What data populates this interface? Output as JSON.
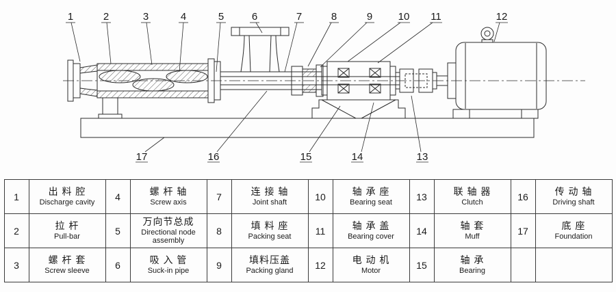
{
  "diagram": {
    "description": "Single screw pump assembly sectional drawing with numbered part callouts",
    "callouts": {
      "top": [
        "1",
        "2",
        "3",
        "4",
        "5",
        "6",
        "7",
        "8",
        "9",
        "10",
        "11",
        "12"
      ],
      "bottom": [
        "17",
        "16",
        "15",
        "14",
        "13"
      ]
    }
  },
  "table": {
    "entries": [
      {
        "num": "1",
        "cn": "出 料 腔",
        "en": "Discharge cavity"
      },
      {
        "num": "4",
        "cn": "螺 杆 轴",
        "en": "Screw axis"
      },
      {
        "num": "7",
        "cn": "连 接 轴",
        "en": "Joint shaft"
      },
      {
        "num": "10",
        "cn": "轴 承 座",
        "en": "Bearing seat"
      },
      {
        "num": "13",
        "cn": "联 轴 器",
        "en": "Clutch"
      },
      {
        "num": "16",
        "cn": "传 动 轴",
        "en": "Driving shaft"
      },
      {
        "num": "2",
        "cn": "拉  杆",
        "en": "Pull-bar"
      },
      {
        "num": "5",
        "cn": "万向节总成",
        "en": "Directional node assembly"
      },
      {
        "num": "8",
        "cn": "填 料 座",
        "en": "Packing seat"
      },
      {
        "num": "11",
        "cn": "轴 承 盖",
        "en": "Bearing cover"
      },
      {
        "num": "14",
        "cn": "轴  套",
        "en": "Muff"
      },
      {
        "num": "17",
        "cn": "底  座",
        "en": "Foundation"
      },
      {
        "num": "3",
        "cn": "螺 杆 套",
        "en": "Screw sleeve"
      },
      {
        "num": "6",
        "cn": "吸 入 管",
        "en": "Suck-in pipe"
      },
      {
        "num": "9",
        "cn": "填料压盖",
        "en": "Packing gland"
      },
      {
        "num": "12",
        "cn": "电 动 机",
        "en": "Motor"
      },
      {
        "num": "15",
        "cn": "轴  承",
        "en": "Bearing"
      }
    ]
  }
}
